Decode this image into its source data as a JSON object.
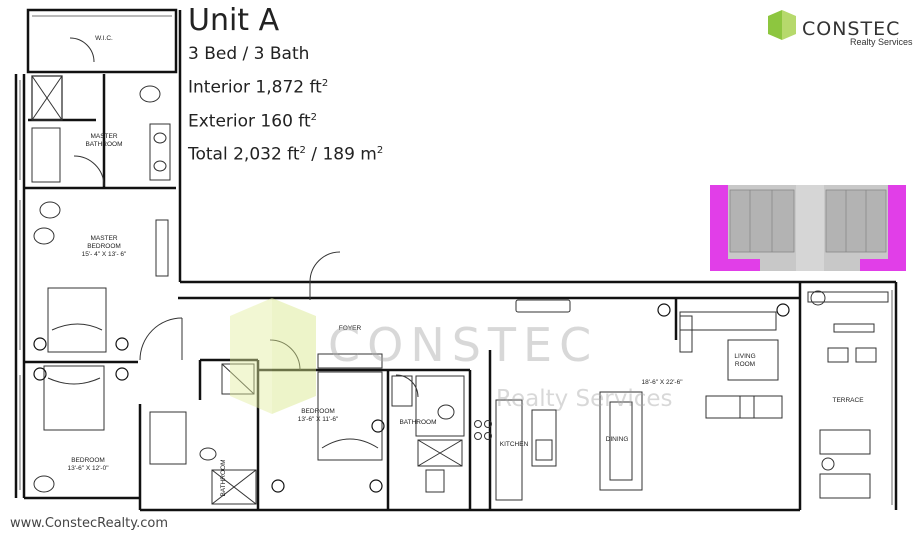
{
  "unit": {
    "title": "Unit A",
    "beds_baths": "3 Bed / 3 Bath",
    "interior_label": "Interior 1,872 ft",
    "exterior_label": "Exterior 160 ft",
    "total_label": "Total 2,032 ft",
    "total_metric": " / 189 m",
    "superscript": "2"
  },
  "logo": {
    "brand": "CONSTEC",
    "sub": "Realty Services",
    "accent_color": "#8dc63f"
  },
  "watermark": {
    "brand": "CONSTEC",
    "sub": "Realty Services"
  },
  "website": "www.ConstecRealty.com",
  "rooms": {
    "wic": "W.I.C.",
    "master_bath_1": "MASTER",
    "master_bath_2": "BATHROOM",
    "master_bed_1": "MASTER",
    "master_bed_2": "BEDROOM",
    "master_bed_dim": "15'- 4\" X 13'- 6\"",
    "bedroom_left": "BEDROOM",
    "bedroom_left_dim": "13'-6\" X 12'-0\"",
    "bathroom_small": "BATHROOM",
    "foyer": "FOYER",
    "bedroom_mid": "BEDROOM",
    "bedroom_mid_dim": "13'-6\" X 11'-6\"",
    "bathroom_mid": "BATHROOM",
    "kitchen": "KITCHEN",
    "dining": "DINING",
    "living_1": "LIVING",
    "living_2": "ROOM",
    "living_dim": "18'-6\" X 22'-6\"",
    "terrace": "TERRACE"
  },
  "key_plan": {
    "highlight_color": "#e13ee8",
    "block_color": "#c8c8c8"
  }
}
